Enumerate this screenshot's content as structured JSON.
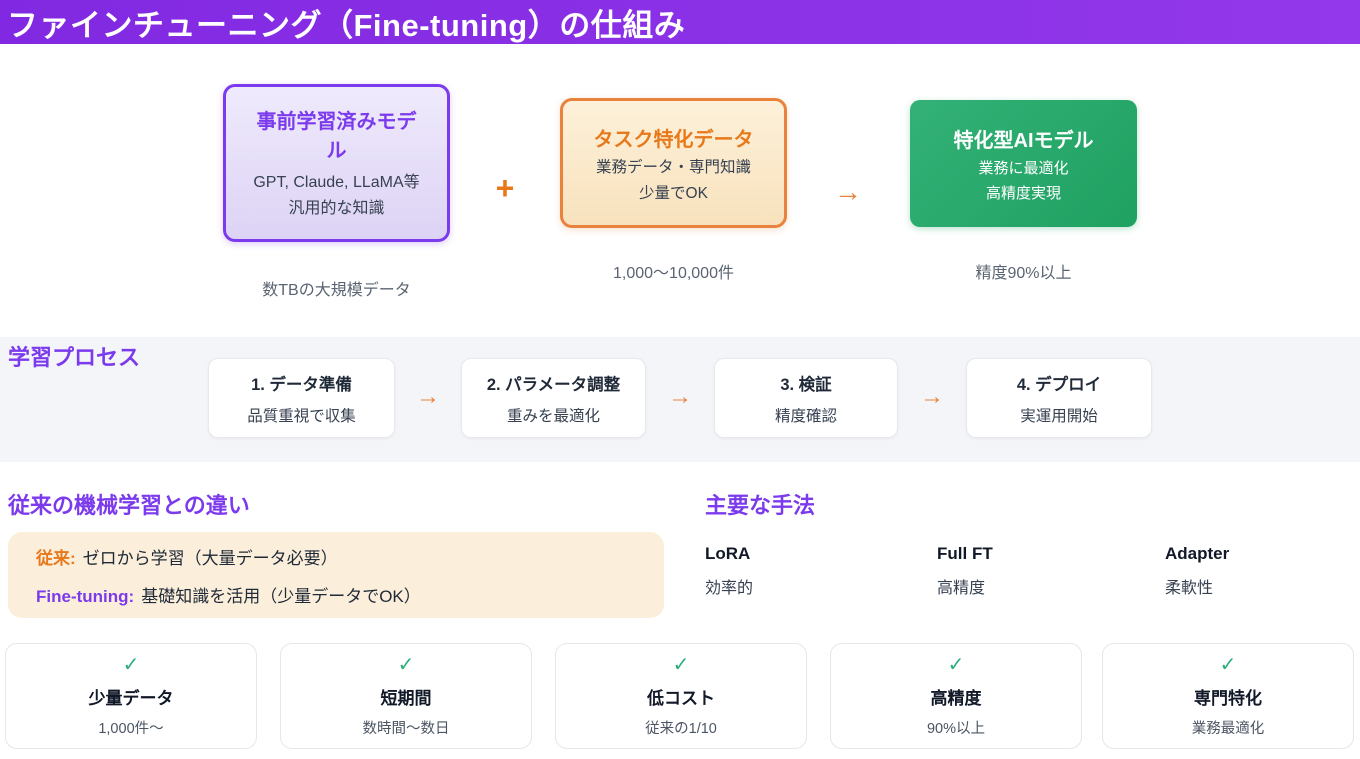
{
  "colors": {
    "header_bg": "#8A2FE4",
    "purple_accent": "#7C3AED",
    "orange_accent": "#E8791B",
    "green_accent": "#22A565",
    "check_green": "#2EAE7A",
    "process_band_bg": "#F4F5F8",
    "comparison_panel_bg": "#FBEEDA"
  },
  "header": {
    "title": "ファインチューニング（Fine-tuning）の仕組み"
  },
  "flow": {
    "plus": "+",
    "arrow": "→",
    "pretrained": {
      "title": "事前学習済みモデル",
      "line1": "GPT, Claude, LLaMA等",
      "line2": "汎用的な知識",
      "caption": "数TBの大規模データ"
    },
    "task_data": {
      "title": "タスク特化データ",
      "line1": "業務データ・専門知識",
      "line2": "少量でOK",
      "caption": "1,000〜10,000件"
    },
    "specialized": {
      "title": "特化型AIモデル",
      "line1": "業務に最適化",
      "line2": "高精度実現",
      "caption": "精度90%以上"
    }
  },
  "process": {
    "heading": "学習プロセス",
    "arrow": "→",
    "steps": [
      {
        "title": "1. データ準備",
        "desc": "品質重視で収集"
      },
      {
        "title": "2. パラメータ調整",
        "desc": "重みを最適化"
      },
      {
        "title": "3. 検証",
        "desc": "精度確認"
      },
      {
        "title": "4. デプロイ",
        "desc": "実運用開始"
      }
    ]
  },
  "comparison": {
    "heading": "従来の機械学習との違い",
    "row1": {
      "label": "従来:",
      "text": "ゼロから学習（大量データ必要）"
    },
    "row2": {
      "label": "Fine-tuning:",
      "text": "基礎知識を活用（少量データでOK）"
    }
  },
  "methods": {
    "heading": "主要な手法",
    "items": [
      {
        "name": "LoRA",
        "desc": "効率的"
      },
      {
        "name": "Full FT",
        "desc": "高精度"
      },
      {
        "name": "Adapter",
        "desc": "柔軟性"
      }
    ]
  },
  "benefits": {
    "check": "✓",
    "items": [
      {
        "title": "少量データ",
        "desc": "1,000件〜"
      },
      {
        "title": "短期間",
        "desc": "数時間〜数日"
      },
      {
        "title": "低コスト",
        "desc": "従来の1/10"
      },
      {
        "title": "高精度",
        "desc": "90%以上"
      },
      {
        "title": "専門特化",
        "desc": "業務最適化"
      }
    ]
  }
}
